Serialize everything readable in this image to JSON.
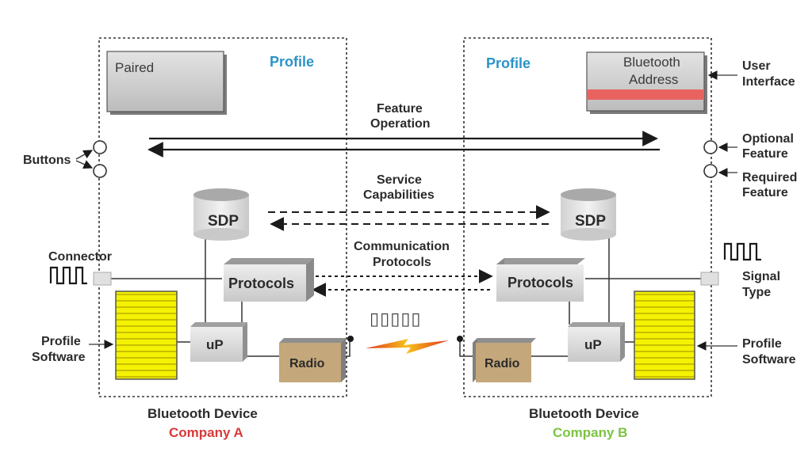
{
  "device_a": {
    "profile": "Profile",
    "screen": "Paired",
    "sdp": "SDP",
    "protocols": "Protocols",
    "up": "uP",
    "radio": "Radio",
    "title": "Bluetooth Device",
    "company": "Company A"
  },
  "device_b": {
    "profile": "Profile",
    "screen_line1": "Bluetooth",
    "screen_line2": "Address",
    "sdp": "SDP",
    "protocols": "Protocols",
    "up": "uP",
    "radio": "Radio",
    "title": "Bluetooth Device",
    "company": "Company B"
  },
  "links": {
    "feature_line1": "Feature",
    "feature_line2": "Operation",
    "service_line1": "Service",
    "service_line2": "Capabilities",
    "comm_line1": "Communication",
    "comm_line2": "Protocols",
    "packets": "▯▯▯▯▯"
  },
  "labels_left": {
    "buttons": "Buttons",
    "connector": "Connector",
    "profile_software_1": "Profile",
    "profile_software_2": "Software"
  },
  "labels_right": {
    "user_interface_1": "User",
    "user_interface_2": "Interface",
    "optional_1": "Optional",
    "optional_2": "Feature",
    "required_1": "Required",
    "required_2": "Feature",
    "signal_1": "Signal",
    "signal_2": "Type",
    "profile_software_1": "Profile",
    "profile_software_2": "Software"
  },
  "colors": {
    "company_a": "#d83a3a",
    "company_b": "#7cc443",
    "profile": "#2b93c9",
    "software": "#f4f200",
    "radio": "#c4a77a"
  }
}
